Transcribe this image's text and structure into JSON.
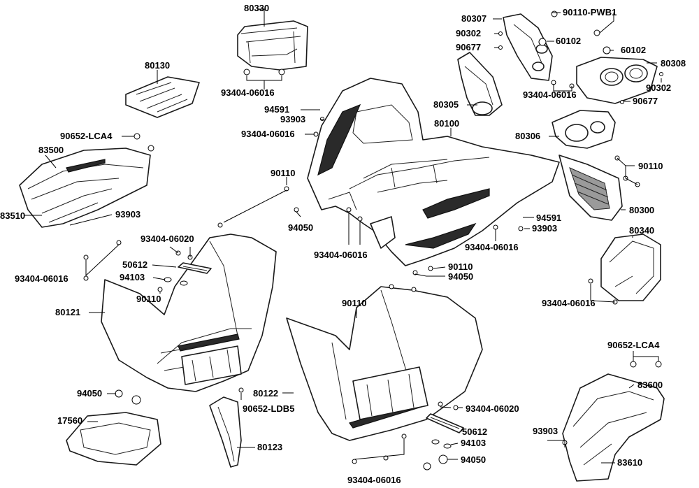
{
  "labels": {
    "l80330": "80330",
    "l80307": "80307",
    "l90110pwb1": "90110-PWB1",
    "l90302a": "90302",
    "l60102a": "60102",
    "l90677a": "90677",
    "l60102b": "60102",
    "l80308": "80308",
    "l80130": "80130",
    "l93404a": "93404-06016",
    "l93404b": "93404-06016",
    "l90302b": "90302",
    "l94591a": "94591",
    "l80305": "80305",
    "l90677b": "90677",
    "l93903a": "93903",
    "l80100": "80100",
    "l93404c": "93404-06016",
    "l80306": "80306",
    "l90652a": "90652-LCA4",
    "l83500": "83500",
    "l90110a": "90110",
    "l90110b": "90110",
    "l83510": "83510",
    "l93903b": "93903",
    "l94050a": "94050",
    "l94591b": "94591",
    "l80300": "80300",
    "l93903c": "93903",
    "l93404d": "93404-06016",
    "l93404e": "93404-06016",
    "l93404f": "93404-06020",
    "l80340": "80340",
    "l50612a": "50612",
    "l90110c": "90110",
    "l93404g": "93404-06016",
    "l94103a": "94103",
    "l94050b": "94050",
    "l90110d": "90110",
    "l93404h": "93404-06016",
    "l80121": "80121",
    "l90110e": "90110",
    "l90652b": "90652-LCA4",
    "l83600": "83600",
    "l94050c": "94050",
    "l80122": "80122",
    "l90652c": "90652-LDB5",
    "l93404i": "93404-06020",
    "l17560": "17560",
    "l50612b": "50612",
    "l93903d": "93903",
    "l80123": "80123",
    "l94103b": "94103",
    "l94050d": "94050",
    "l83610": "83610",
    "l93404j": "93404-06016"
  }
}
